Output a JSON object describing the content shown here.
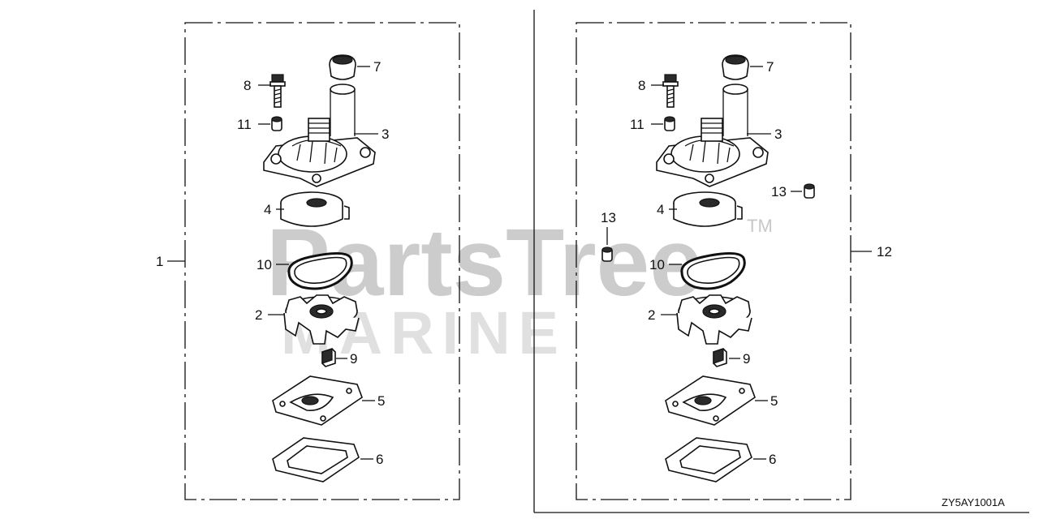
{
  "diagram": {
    "drawing_code": "ZY5AY1001A",
    "watermark": {
      "brand": "PartsTree",
      "trademark": "TM",
      "sub": "MARINE"
    },
    "left_kit": {
      "kit_callout": "1",
      "callouts": {
        "c8": "8",
        "c7": "7",
        "c11": "11",
        "c3": "3",
        "c4": "4",
        "c10": "10",
        "c2": "2",
        "c9": "9",
        "c5": "5",
        "c6": "6"
      }
    },
    "right_kit": {
      "kit_callout": "12",
      "callouts": {
        "c8": "8",
        "c7": "7",
        "c11": "11",
        "c3": "3",
        "c13a": "13",
        "c4": "4",
        "c13b": "13",
        "c10": "10",
        "c2": "2",
        "c9": "9",
        "c5": "5",
        "c6": "6"
      }
    }
  }
}
